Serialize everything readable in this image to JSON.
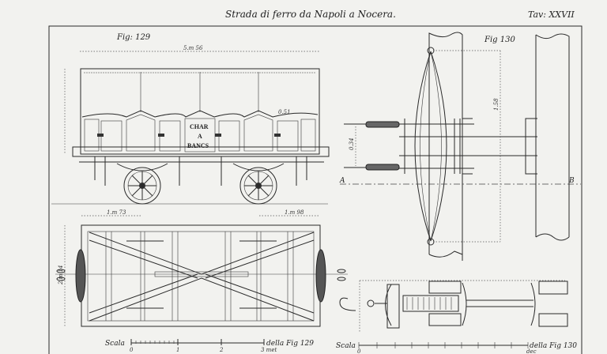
{
  "plate": {
    "title": "Strada di ferro da Napoli a Nocera.",
    "plate_number": "Tav: XXVII"
  },
  "fig129": {
    "label": "Fig: 129",
    "car_lettering": [
      "CHAR",
      "A",
      "BANCS"
    ],
    "dimensions": {
      "overall_length": "5.m 56",
      "panel_width": "0.51",
      "plan_left": "1.m 73",
      "plan_right": "1.m 98",
      "plan_width": "2.m 14"
    },
    "scale": {
      "prefix": "Scala",
      "suffix": "della Fig 129",
      "ticks": [
        "0",
        "1",
        "2",
        "3 met"
      ]
    }
  },
  "fig130": {
    "label": "Fig 130",
    "dimension_height": "1.58",
    "dimension_chain": "0.34",
    "axis_labels": [
      "A",
      "B"
    ],
    "scale": {
      "prefix": "Scala",
      "suffix": "della Fig 130",
      "ticks": [
        "0",
        "dec"
      ]
    }
  }
}
